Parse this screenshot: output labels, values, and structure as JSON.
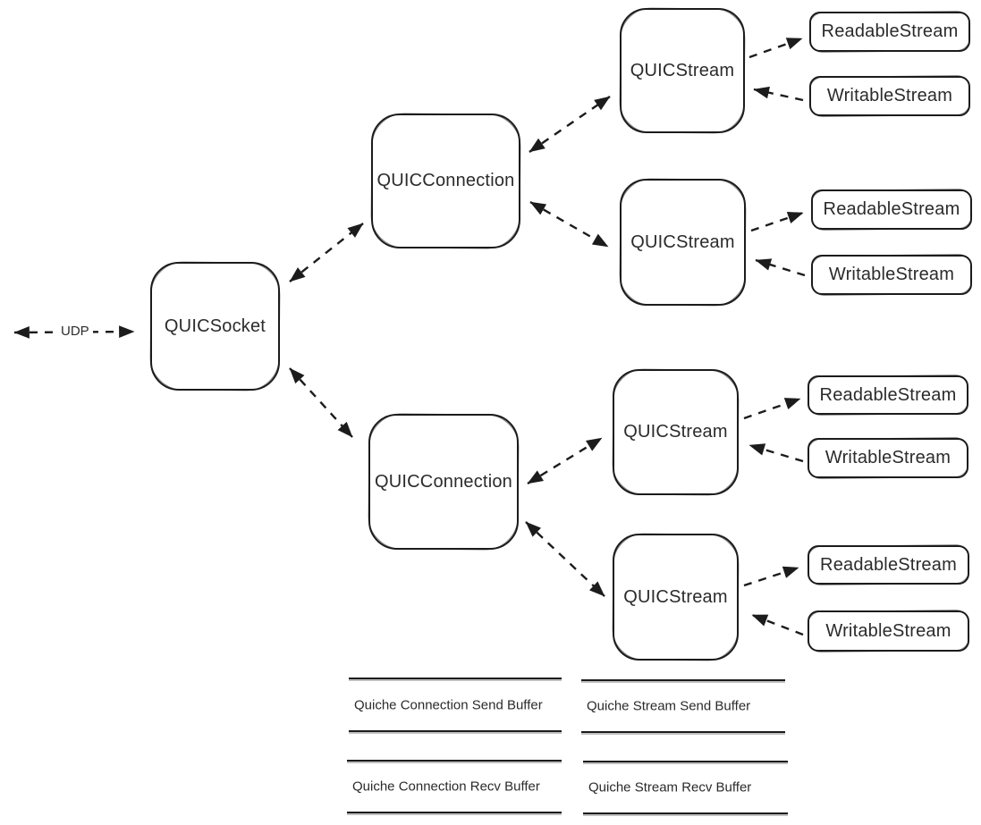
{
  "diagram": {
    "colors": {
      "stroke": "#1c1c1c",
      "text": "#2b2b2b",
      "background": "#ffffff"
    },
    "udp": {
      "label": "UDP"
    },
    "socket": {
      "label": "QUICSocket"
    },
    "connections": [
      {
        "label": "QUICConnection"
      },
      {
        "label": "QUICConnection"
      }
    ],
    "streams": [
      {
        "label": "QUICStream",
        "readable_label": "ReadableStream",
        "writable_label": "WritableStream"
      },
      {
        "label": "QUICStream",
        "readable_label": "ReadableStream",
        "writable_label": "WritableStream"
      },
      {
        "label": "QUICStream",
        "readable_label": "ReadableStream",
        "writable_label": "WritableStream"
      },
      {
        "label": "QUICStream",
        "readable_label": "ReadableStream",
        "writable_label": "WritableStream"
      }
    ],
    "buffers": [
      {
        "label": "Quiche Connection Send Buffer"
      },
      {
        "label": "Quiche Connection Recv Buffer"
      },
      {
        "label": "Quiche Stream Send Buffer"
      },
      {
        "label": "Quiche Stream Recv Buffer"
      }
    ],
    "edges": [
      {
        "from": "udp",
        "to": "quic-socket",
        "style": "dashed",
        "arrows": "both"
      },
      {
        "from": "quic-socket",
        "to": "quic-connection-1",
        "style": "dashed",
        "arrows": "both"
      },
      {
        "from": "quic-socket",
        "to": "quic-connection-2",
        "style": "dashed",
        "arrows": "both"
      },
      {
        "from": "quic-connection-1",
        "to": "quic-stream-1",
        "style": "dashed",
        "arrows": "both"
      },
      {
        "from": "quic-connection-1",
        "to": "quic-stream-2",
        "style": "dashed",
        "arrows": "both"
      },
      {
        "from": "quic-connection-2",
        "to": "quic-stream-3",
        "style": "dashed",
        "arrows": "both"
      },
      {
        "from": "quic-connection-2",
        "to": "quic-stream-4",
        "style": "dashed",
        "arrows": "both"
      },
      {
        "from": "quic-stream-1",
        "to": "readable-stream-1",
        "style": "dashed",
        "arrows": "end"
      },
      {
        "from": "writable-stream-1",
        "to": "quic-stream-1",
        "style": "dashed",
        "arrows": "end"
      },
      {
        "from": "quic-stream-2",
        "to": "readable-stream-2",
        "style": "dashed",
        "arrows": "end"
      },
      {
        "from": "writable-stream-2",
        "to": "quic-stream-2",
        "style": "dashed",
        "arrows": "end"
      },
      {
        "from": "quic-stream-3",
        "to": "readable-stream-3",
        "style": "dashed",
        "arrows": "end"
      },
      {
        "from": "writable-stream-3",
        "to": "quic-stream-3",
        "style": "dashed",
        "arrows": "end"
      },
      {
        "from": "quic-stream-4",
        "to": "readable-stream-4",
        "style": "dashed",
        "arrows": "end"
      },
      {
        "from": "writable-stream-4",
        "to": "quic-stream-4",
        "style": "dashed",
        "arrows": "end"
      }
    ]
  }
}
